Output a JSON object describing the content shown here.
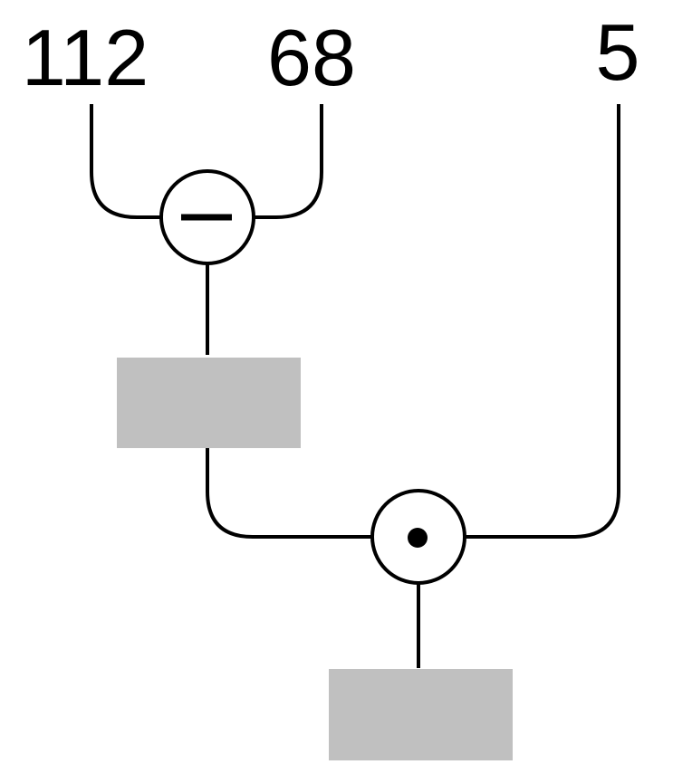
{
  "inputs": {
    "a": "112",
    "b": "68",
    "c": "5"
  },
  "operators": {
    "subtract": "minus",
    "multiply": "dot"
  },
  "colors": {
    "line": "#000000",
    "answer_box": "#c0c0c0",
    "operator_fill": "#ffffff"
  }
}
